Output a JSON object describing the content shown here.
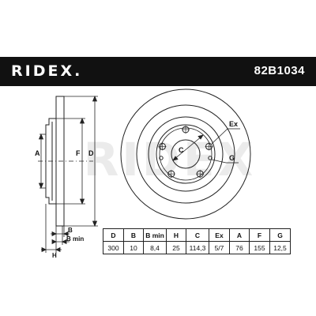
{
  "header": {
    "brand": "RIDEX.",
    "part_number": "82B1034"
  },
  "watermark": "RIDEX",
  "labels": {
    "D": "D",
    "F": "F",
    "A": "A",
    "B": "B",
    "B_min": "B min",
    "H": "H",
    "C": "C",
    "Ex": "Ex",
    "G": "G"
  },
  "spec_table": {
    "headers": [
      "D",
      "B",
      "B min",
      "H",
      "C",
      "Ex",
      "A",
      "F",
      "G"
    ],
    "values": [
      "300",
      "10",
      "8,4",
      "25",
      "114,3",
      "5/7",
      "76",
      "155",
      "12,5"
    ]
  },
  "colors": {
    "header_bg": "#111111",
    "header_text": "#ffffff",
    "line": "#222222",
    "watermark": "#e6e6e6"
  }
}
